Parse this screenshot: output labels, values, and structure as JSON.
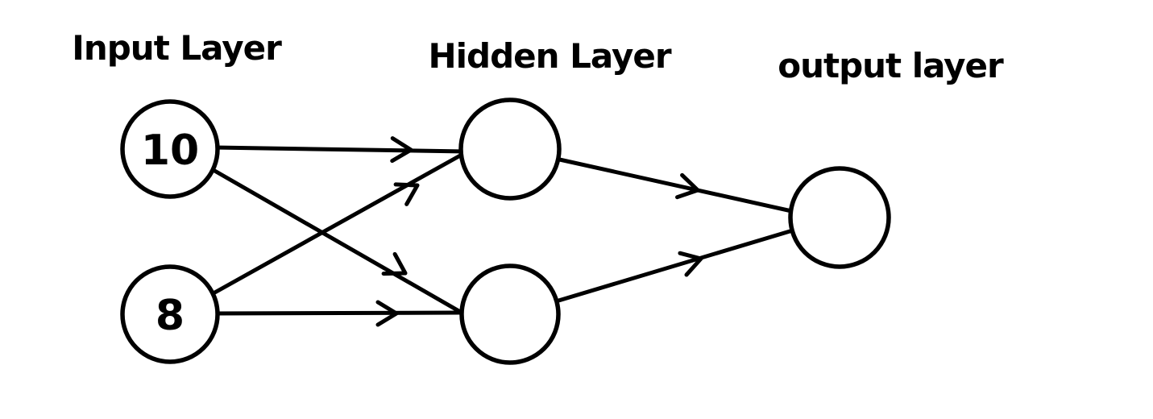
{
  "diagram": {
    "type": "neural-network-sketch",
    "colors": {
      "ink": "#000000",
      "background": "#ffffff"
    },
    "layers": {
      "input": {
        "label": "Input Layer",
        "node_count": 2
      },
      "hidden": {
        "label": "Hidden Layer",
        "node_count": 2
      },
      "output": {
        "label": "output layer",
        "node_count": 1
      }
    },
    "nodes": {
      "input1": {
        "label": "10"
      },
      "input2": {
        "label": "8"
      },
      "hidden1": {
        "label": ""
      },
      "hidden2": {
        "label": ""
      },
      "output1": {
        "label": ""
      }
    },
    "edges": [
      {
        "from": "input1",
        "to": "hidden1"
      },
      {
        "from": "input1",
        "to": "hidden2"
      },
      {
        "from": "input2",
        "to": "hidden1"
      },
      {
        "from": "input2",
        "to": "hidden2"
      },
      {
        "from": "hidden1",
        "to": "output1"
      },
      {
        "from": "hidden2",
        "to": "output1"
      }
    ]
  }
}
